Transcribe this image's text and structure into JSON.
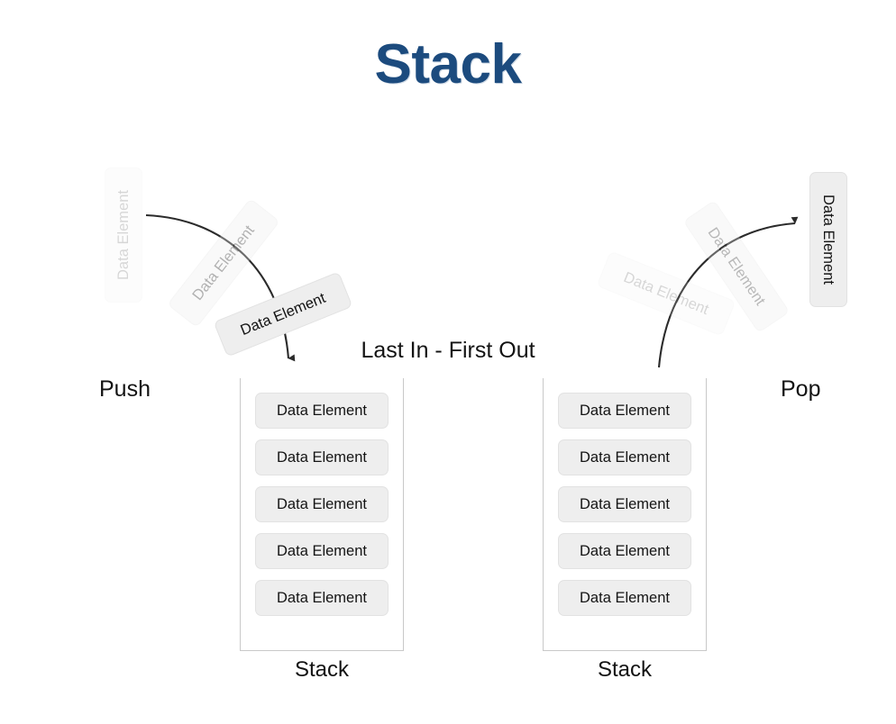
{
  "title": "Stack",
  "center_caption": "Last In - First Out",
  "labels": {
    "push": "Push",
    "pop": "Pop"
  },
  "element_text": "Data Element",
  "stacks": [
    {
      "id": "left",
      "caption": "Stack",
      "items": [
        "Data Element",
        "Data Element",
        "Data Element",
        "Data Element",
        "Data Element"
      ]
    },
    {
      "id": "right",
      "caption": "Stack",
      "items": [
        "Data Element",
        "Data Element",
        "Data Element",
        "Data Element",
        "Data Element"
      ]
    }
  ],
  "push_sequence": [
    {
      "label": "Data Element",
      "opacity": "0.17",
      "rotation": "-90"
    },
    {
      "label": "Data Element",
      "opacity": "0.33",
      "rotation": "-52"
    },
    {
      "label": "Data Element",
      "opacity": "1",
      "rotation": "-22"
    }
  ],
  "pop_sequence": [
    {
      "label": "Data Element",
      "opacity": "0.17",
      "rotation": "22"
    },
    {
      "label": "Data Element",
      "opacity": "0.30",
      "rotation": "56"
    },
    {
      "label": "Data Element",
      "opacity": "1",
      "rotation": "90"
    }
  ],
  "colors": {
    "title": "#1c4b7e",
    "chip_fill": "#eeeeee",
    "chip_border": "#e2e2e2",
    "stack_border": "#c9c9c9",
    "arrow": "#2b2b2b",
    "text": "#131313",
    "background": "#ffffff"
  },
  "arrows": [
    {
      "name": "push-arrow",
      "direction": "down-into-left-stack"
    },
    {
      "name": "pop-arrow",
      "direction": "up-out-of-right-stack"
    }
  ]
}
